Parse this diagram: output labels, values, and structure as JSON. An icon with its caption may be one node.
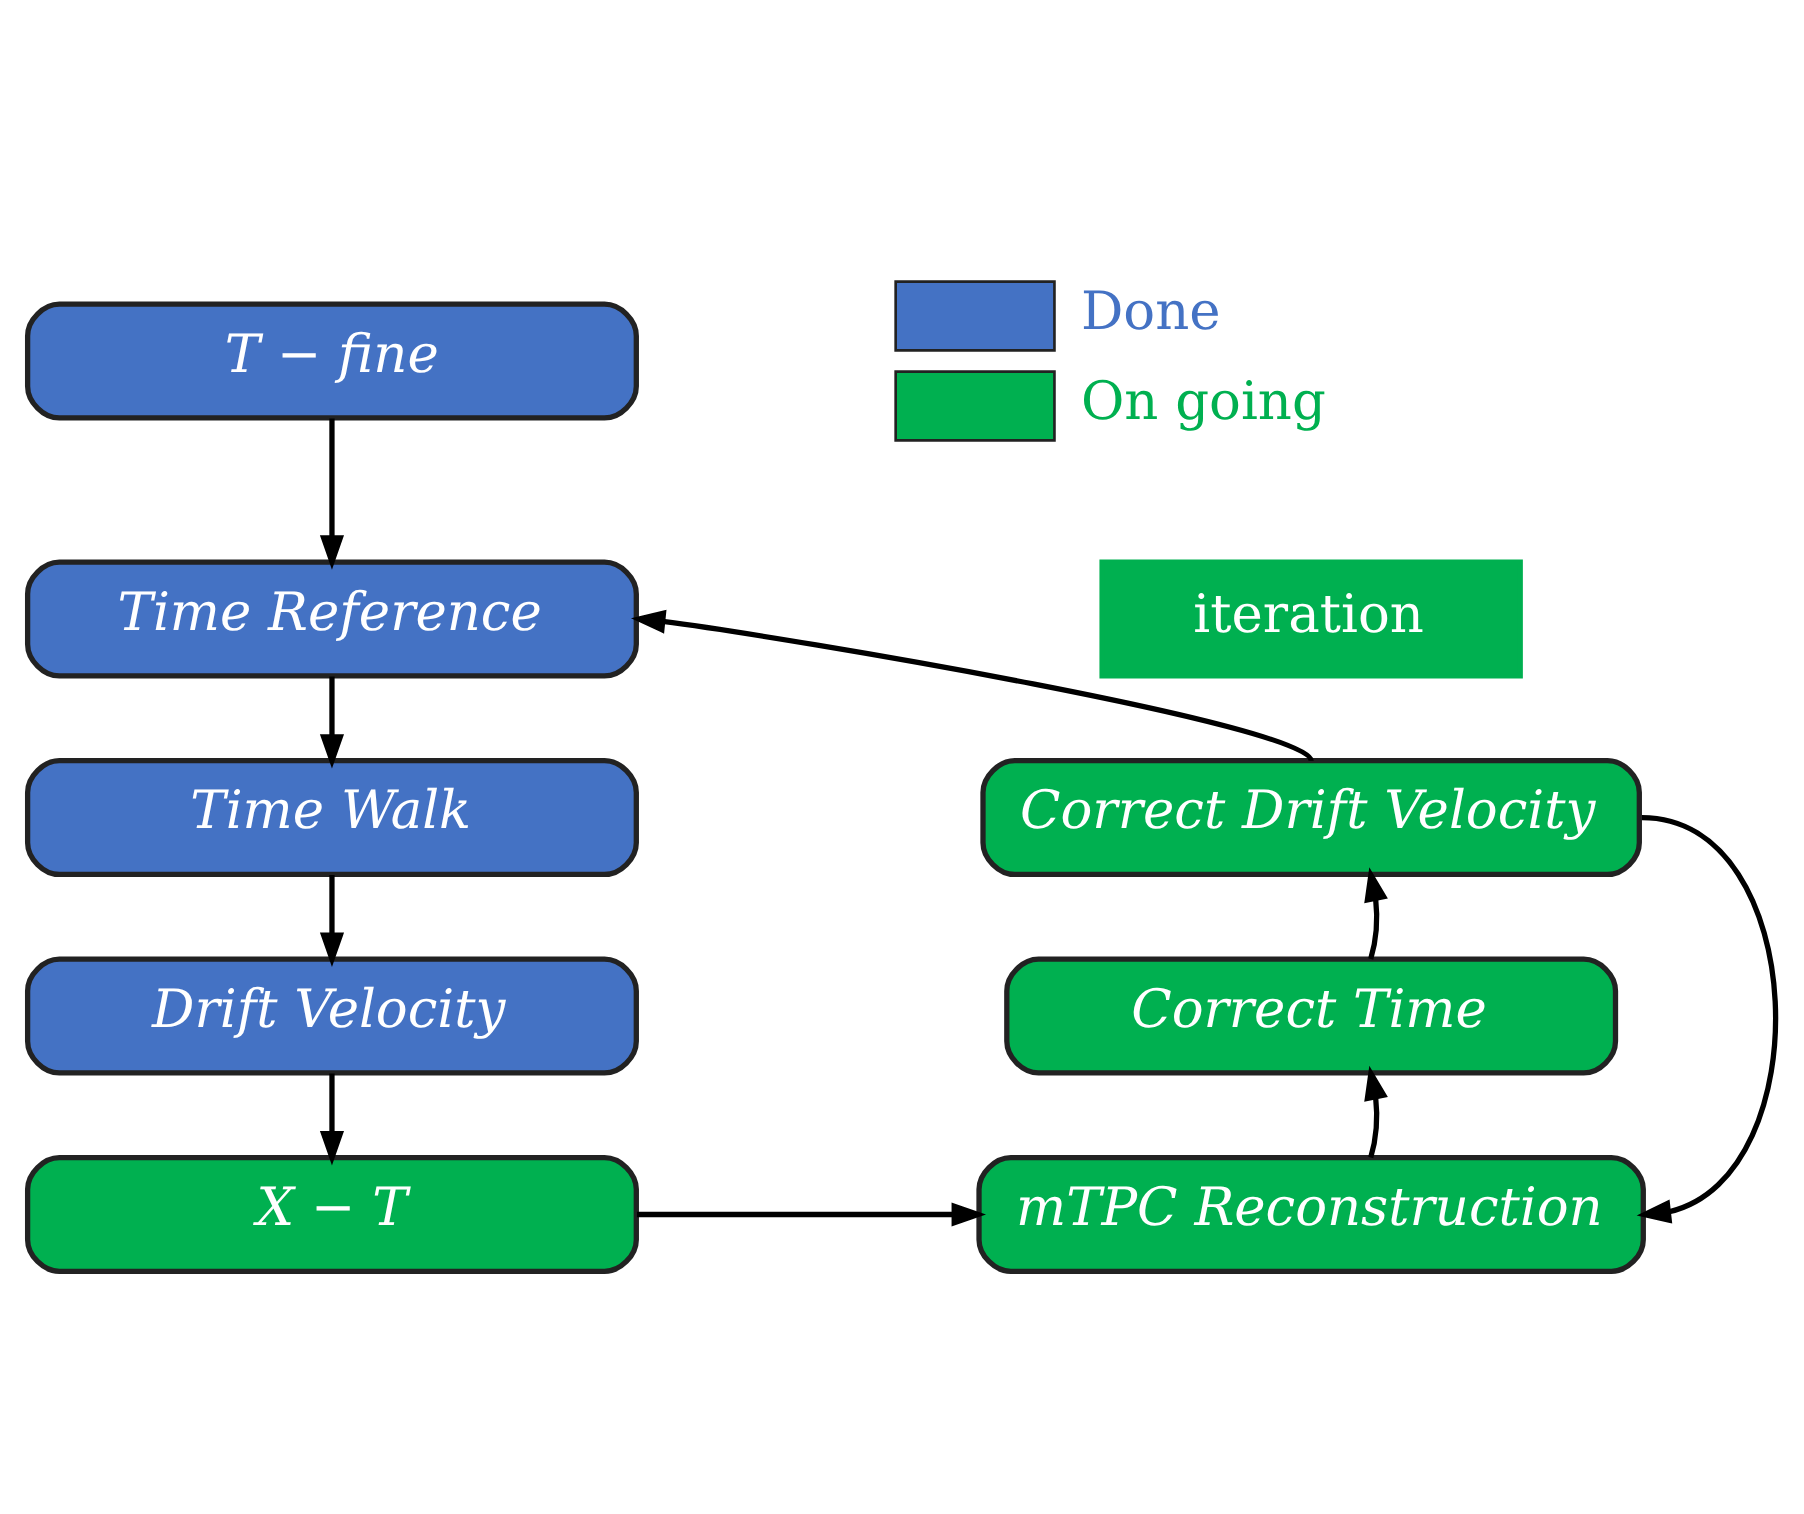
{
  "diagram": {
    "nodes": [
      {
        "text": [
          "T − fine"
        ]
      },
      {
        "text": [
          "Time Reference"
        ]
      },
      {
        "text": [
          "Time Walk"
        ]
      },
      {
        "text": [
          "Drift Velocity"
        ]
      },
      {
        "text": [
          "X − T"
        ]
      },
      {
        "text": [
          "mTPC Reconstruction"
        ]
      },
      {
        "text": [
          "Correct Time"
        ]
      },
      {
        "text": [
          "Correct Drift Velocity"
        ]
      },
      {
        "text": [
          "iteration"
        ]
      }
    ],
    "edges": [
      {
        "from": 0,
        "to": 1,
        "arrow": "to"
      },
      {
        "from": 1,
        "to": 2,
        "arrow": "to"
      },
      {
        "from": 2,
        "to": 3,
        "arrow": "to"
      },
      {
        "from": 3,
        "to": 4,
        "arrow": "to"
      },
      {
        "from": 4,
        "to": 5,
        "arrow": "to"
      },
      {
        "from": 5,
        "to": 6,
        "arrow": "to"
      },
      {
        "from": 6,
        "to": 7,
        "arrow": "to"
      },
      {
        "from": 7,
        "to": 1,
        "arrow": "to"
      },
      {
        "from": 7,
        "to": 5,
        "arrow": "to"
      }
    ],
    "legend": [
      {
        "text": "Done",
        "color": "#4472c4"
      },
      {
        "text": "On going",
        "color": "#00b050"
      }
    ]
  }
}
